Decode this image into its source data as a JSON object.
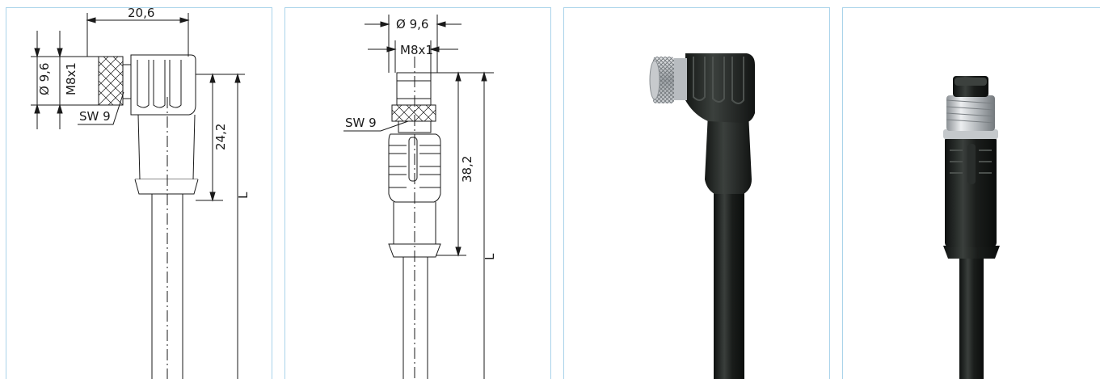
{
  "panels": [
    {
      "kind": "drawing",
      "name": "right-angle-female-connector-drawing",
      "labels": {
        "overall_width": "20,6",
        "diameter": "Ø 9,6",
        "thread": "M8x1",
        "wrench_size": "SW 9",
        "body_length": "24,2",
        "cable_length": "L"
      }
    },
    {
      "kind": "drawing",
      "name": "straight-male-connector-drawing",
      "labels": {
        "diameter": "Ø 9,6",
        "thread": "M8x1",
        "wrench_size": "SW 9",
        "body_length": "38,2",
        "cable_length": "L"
      }
    },
    {
      "kind": "photo",
      "name": "right-angle-connector-photo"
    },
    {
      "kind": "photo",
      "name": "straight-connector-photo"
    }
  ],
  "colors": {
    "panel_border": "#a9d3ea",
    "line": "#1a1a1a",
    "cable": "#1c1f1d",
    "metal": "#c9ccce"
  }
}
